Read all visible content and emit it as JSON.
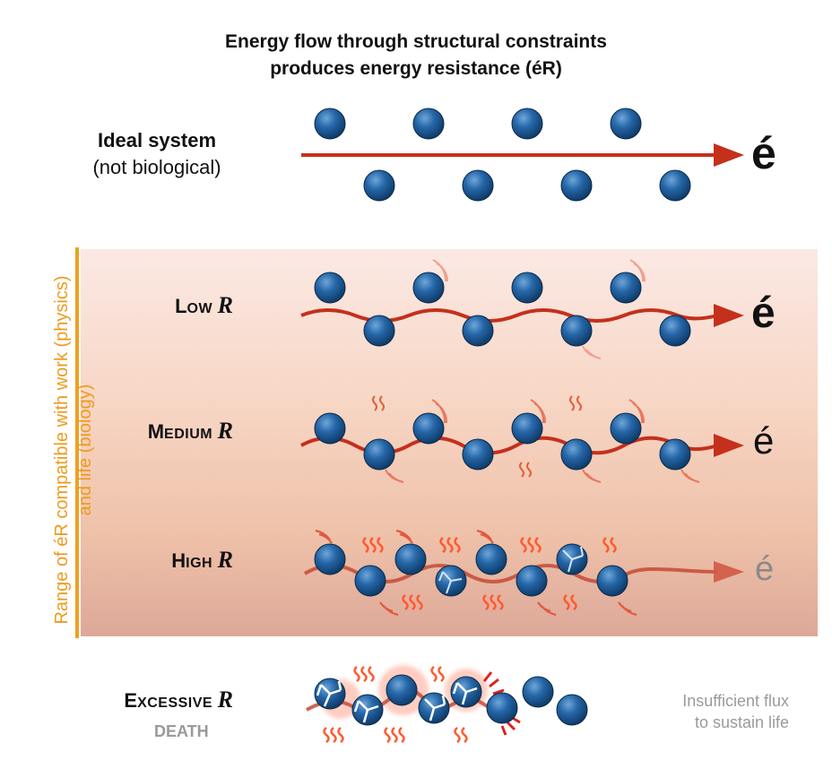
{
  "title": {
    "line1": "Energy flow through structural constraints",
    "line2": "produces energy resistance (éR)"
  },
  "ideal": {
    "title": "Ideal system",
    "subtitle": "(not biological)",
    "output_symbol": "é"
  },
  "range_label": "Range of éR compatible with work (physics) and life (biology)",
  "rows": [
    {
      "first": "L",
      "rest": "OW",
      "var": "R",
      "output_symbol": "é"
    },
    {
      "first": "M",
      "rest": "EDIUM",
      "var": "R",
      "output_symbol": "é"
    },
    {
      "first": "H",
      "rest": "IGH",
      "var": "R",
      "output_symbol": "é"
    }
  ],
  "excessive": {
    "first": "E",
    "rest": "XCESSIVE",
    "var": "R",
    "death": "DEATH",
    "note_line1": "Insufficient flux",
    "note_line2": "to sustain life"
  },
  "colors": {
    "sphere": "#1f5e9a",
    "arrow": "#c4301c",
    "heat": "#ff5a30",
    "range_bar": "#f0a020",
    "band_top": "#fbe9e4",
    "band_bottom": "#dca898",
    "muted_text": "#9a9a9a"
  }
}
